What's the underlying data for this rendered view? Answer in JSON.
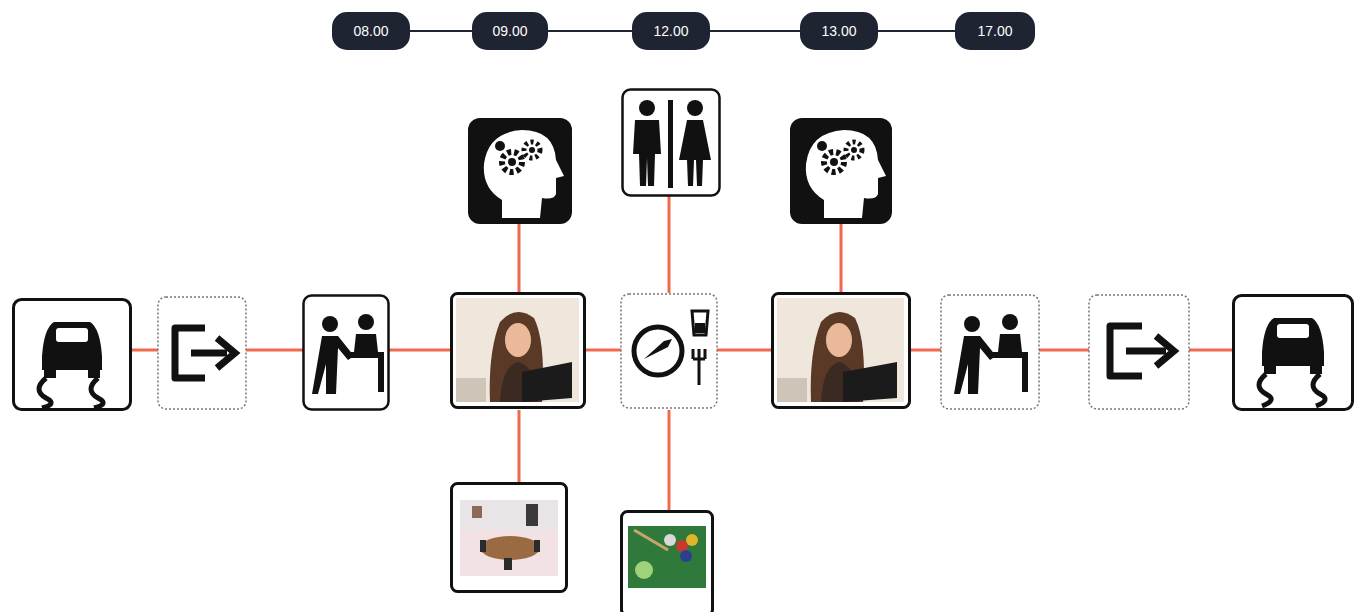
{
  "diagram": {
    "nodes": [
      {
        "text": [
          "08.00"
        ]
      },
      {
        "text": [
          "09.00"
        ]
      },
      {
        "text": [
          "12.00"
        ]
      },
      {
        "text": [
          "13.00"
        ]
      },
      {
        "text": [
          "17.00"
        ]
      }
    ],
    "edges": [
      {
        "from": 0,
        "to": 1,
        "arrow": "none"
      },
      {
        "from": 1,
        "to": 2,
        "arrow": "none"
      },
      {
        "from": 2,
        "to": 3,
        "arrow": "none"
      },
      {
        "from": 3,
        "to": 4,
        "arrow": "none"
      }
    ]
  }
}
